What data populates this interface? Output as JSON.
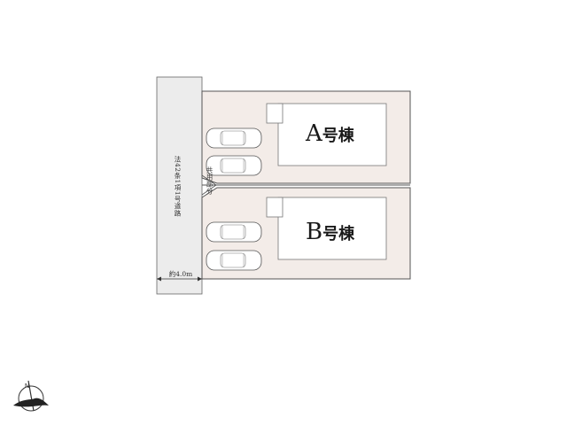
{
  "road": {
    "label": "法42条1項1号道路",
    "width_label": "約4.0m"
  },
  "shared_area": {
    "label": "共用部分"
  },
  "buildings": [
    {
      "letter": "A",
      "suffix": "号棟"
    },
    {
      "letter": "B",
      "suffix": "号棟"
    }
  ],
  "parking": {
    "cars_per_lot": 2
  },
  "compass": {
    "north_label": "N"
  },
  "colors": {
    "lot_fill": "#f3ece8",
    "lot_border": "#555555",
    "road_fill": "#ececec",
    "building_fill": "#ffffff"
  }
}
